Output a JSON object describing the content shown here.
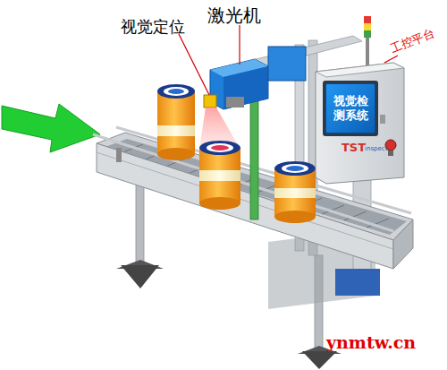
{
  "diagram": {
    "nodes": [
      {
        "text": [
          "视觉检测系统"
        ]
      }
    ],
    "labels": [
      "视觉定位",
      "激光机",
      "工控平台",
      "TST",
      "inspect",
      "ynmtw.cn"
    ]
  }
}
